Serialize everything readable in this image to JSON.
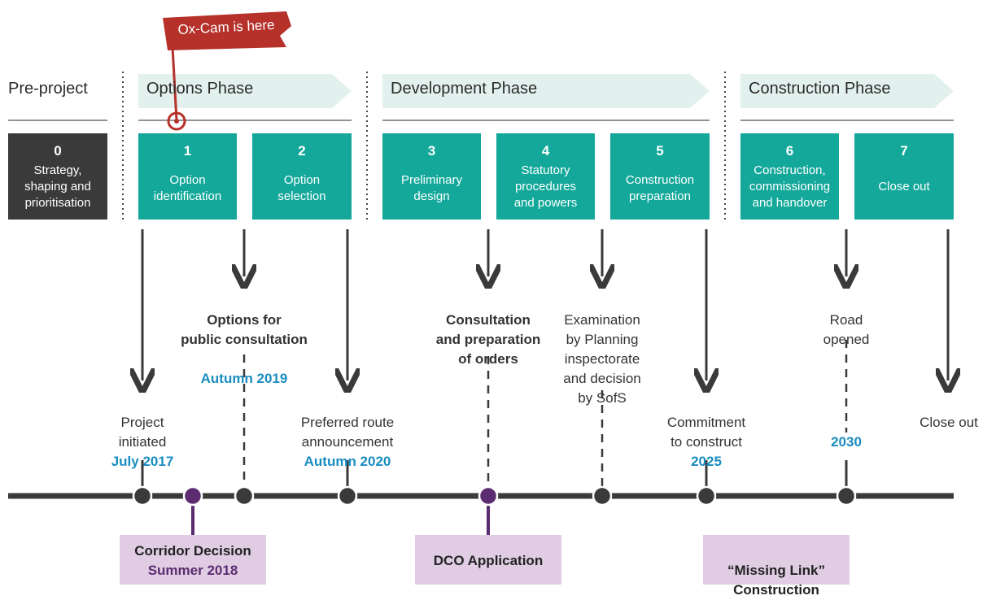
{
  "flag": {
    "label": "Ox-Cam is here"
  },
  "phases": {
    "pre_project": "Pre-project",
    "options": "Options Phase",
    "development": "Development Phase",
    "construction": "Construction Phase"
  },
  "steps": [
    {
      "number": "0",
      "label": "Strategy,\nshaping and\nprioritisation"
    },
    {
      "number": "1",
      "label": "Option\nidentification"
    },
    {
      "number": "2",
      "label": "Option\nselection"
    },
    {
      "number": "3",
      "label": "Preliminary\ndesign"
    },
    {
      "number": "4",
      "label": "Statutory\nprocedures\nand powers"
    },
    {
      "number": "5",
      "label": "Construction\npreparation"
    },
    {
      "number": "6",
      "label": "Construction,\ncommissioning\nand handover"
    },
    {
      "number": "7",
      "label": "Close out"
    }
  ],
  "events": {
    "project_initiated": {
      "text": "Project\ninitiated",
      "date": "July 2017"
    },
    "options_consultation": {
      "text": "Options for\npublic consultation",
      "date": "Autumn 2019"
    },
    "preferred_route": {
      "text": "Preferred route\nannouncement",
      "date": "Autumn 2020"
    },
    "consultation_orders": {
      "text": "Consultation\nand preparation\nof orders"
    },
    "examination": {
      "text": "Examination\nby Planning\ninspectorate\nand decision\nby SofS"
    },
    "commitment": {
      "text": "Commitment\nto construct",
      "date": "2025"
    },
    "road_opened": {
      "text": "Road\nopened",
      "date": "2030"
    },
    "close_out": {
      "text": "Close out"
    }
  },
  "milestones": {
    "corridor": {
      "title": "Corridor Decision",
      "sub": "Summer 2018"
    },
    "dco": {
      "title": "DCO Application"
    },
    "missing_link": {
      "title": "“Missing Link”\nConstruction"
    }
  },
  "colors": {
    "teal": "#13a89a",
    "dark_box": "#3a3a3a",
    "phase_arrow": "#e2f1ee",
    "flag_red": "#b5312a",
    "date_blue": "#1a8dc0",
    "purple_dot": "#5b2c6f",
    "milestone_bg": "#e0cde4"
  }
}
